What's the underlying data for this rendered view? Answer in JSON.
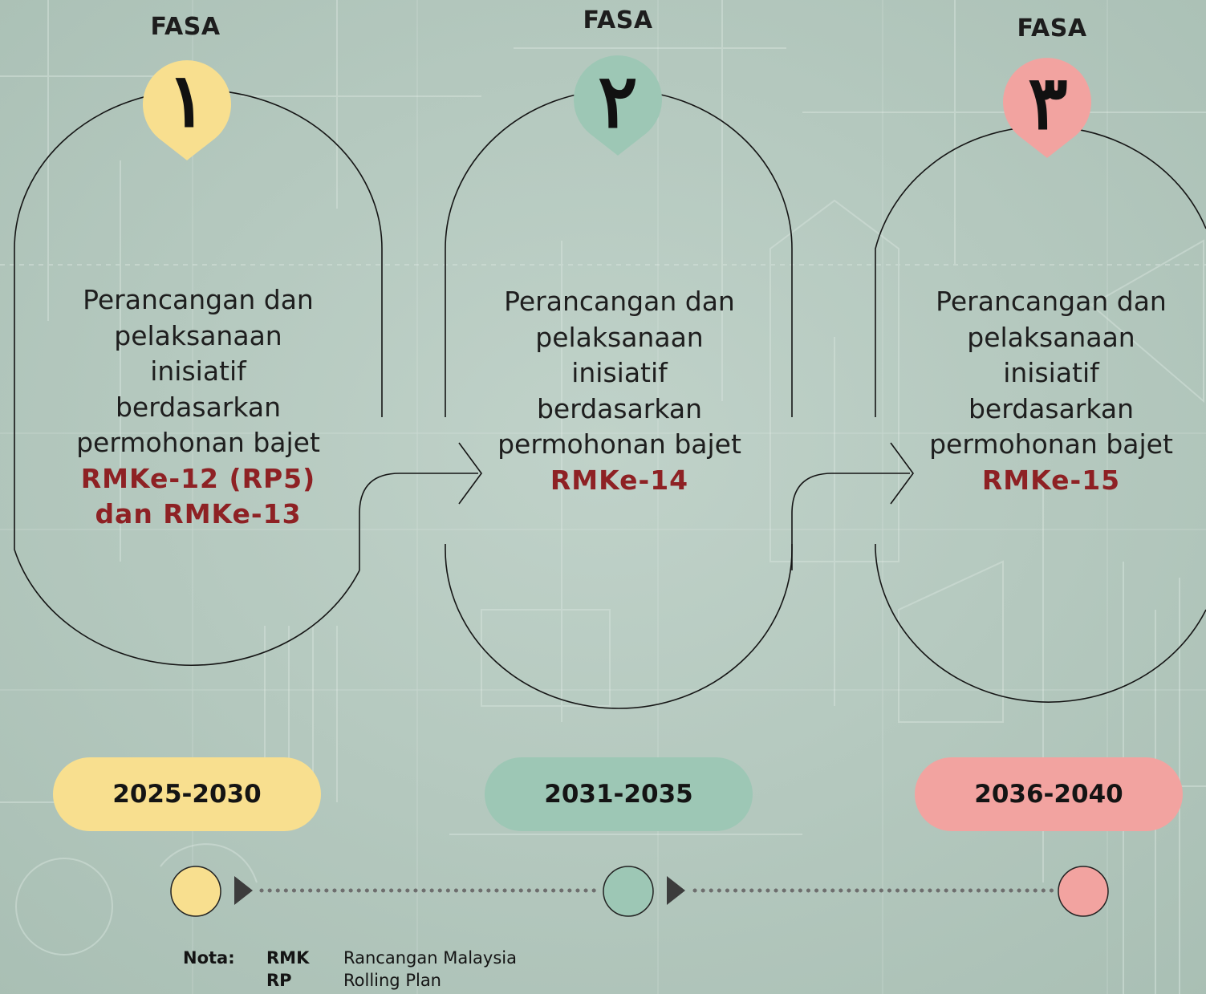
{
  "phases": [
    {
      "heading": "FASA",
      "numeral": "١",
      "description_lines": [
        "Perancangan dan",
        "pelaksanaan",
        "inisiatif",
        "berdasarkan",
        "permohonan bajet"
      ],
      "emphasis_lines": [
        "RMKe-12 (RP5)",
        "dan RMKe-13"
      ],
      "years": "2025-2030",
      "color": "#f8df8f"
    },
    {
      "heading": "FASA",
      "numeral": "٢",
      "description_lines": [
        "Perancangan dan",
        "pelaksanaan",
        "inisiatif",
        "berdasarkan",
        "permohonan bajet"
      ],
      "emphasis_lines": [
        "RMKe-14"
      ],
      "years": "2031-2035",
      "color": "#9dc7b5"
    },
    {
      "heading": "FASA",
      "numeral": "٣",
      "description_lines": [
        "Perancangan dan",
        "pelaksanaan",
        "inisiatif",
        "berdasarkan",
        "permohonan bajet"
      ],
      "emphasis_lines": [
        "RMKe-15"
      ],
      "years": "2036-2040",
      "color": "#f2a3a0"
    }
  ],
  "emphasis_color": "#8e2124",
  "note": {
    "label": "Nota:",
    "entries": [
      {
        "abbr": "RMK",
        "meaning": "Rancangan Malaysia"
      },
      {
        "abbr": "RP",
        "meaning": "Rolling Plan"
      }
    ]
  }
}
